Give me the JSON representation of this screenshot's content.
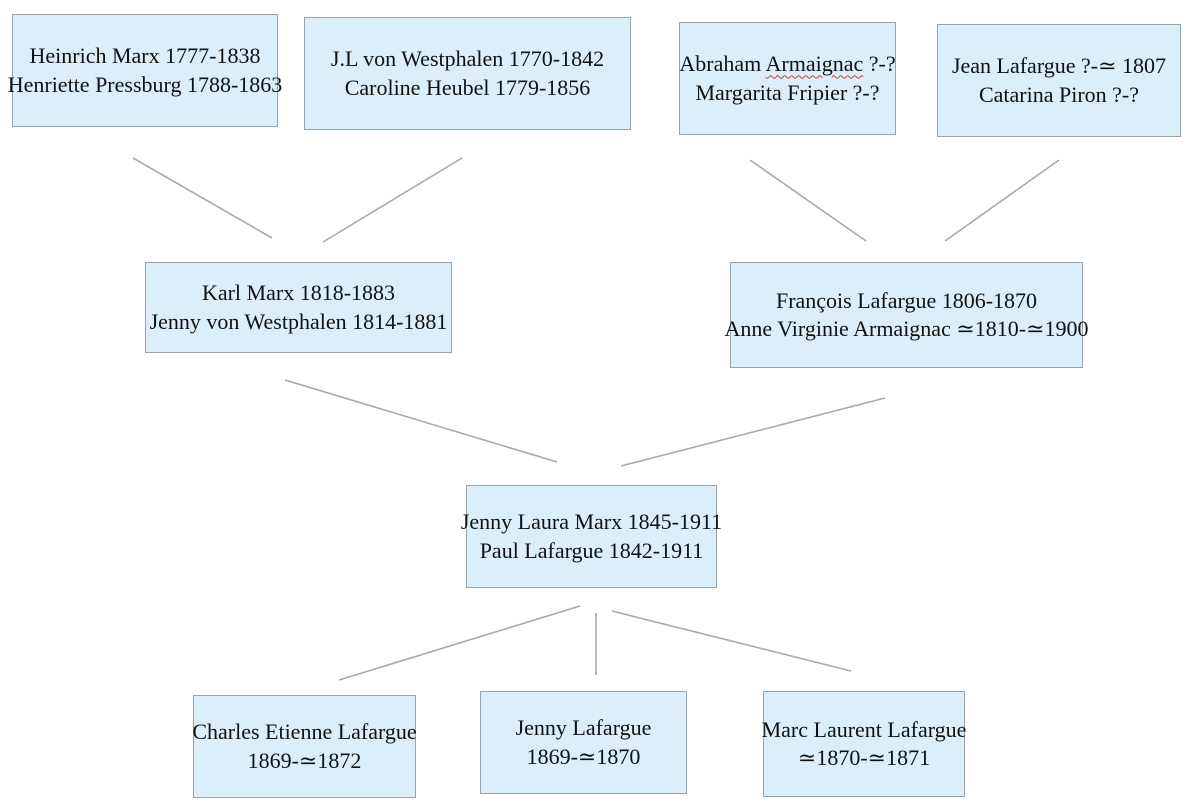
{
  "grandparents": [
    {
      "line1": "Heinrich Marx 1777-1838",
      "line2": "Henriette Pressburg 1788-1863"
    },
    {
      "line1": "J.L von Westphalen 1770-1842",
      "line2": "Caroline Heubel 1779-1856"
    },
    {
      "line1_pre": "Abraham ",
      "line1_flag": "Armaignac",
      "line1_post": " ?-?",
      "line2": "Margarita Fripier ?-?"
    },
    {
      "line1": "Jean Lafargue ?-≃ 1807",
      "line2": "Catarina Piron ?-?"
    }
  ],
  "parents": [
    {
      "line1": "Karl Marx 1818-1883",
      "line2": "Jenny von Westphalen 1814-1881"
    },
    {
      "line1": "François Lafargue 1806-1870",
      "line2": "Anne Virginie Armaignac ≃1810-≃1900"
    }
  ],
  "couple": {
    "line1": "Jenny Laura Marx 1845-1911",
    "line2": "Paul Lafargue 1842-1911"
  },
  "children": [
    {
      "line1": "Charles Etienne Lafargue",
      "line2": "1869-≃1872"
    },
    {
      "line1": "Jenny Lafargue",
      "line2": "1869-≃1870"
    },
    {
      "line1": "Marc Laurent Lafargue",
      "line2": "≃1870-≃1871"
    }
  ],
  "colors": {
    "box_fill": "#dbeef9",
    "box_border": "#9aa4ac",
    "connector": "#a9a9a9",
    "spellcheck": "#d23a3a"
  }
}
